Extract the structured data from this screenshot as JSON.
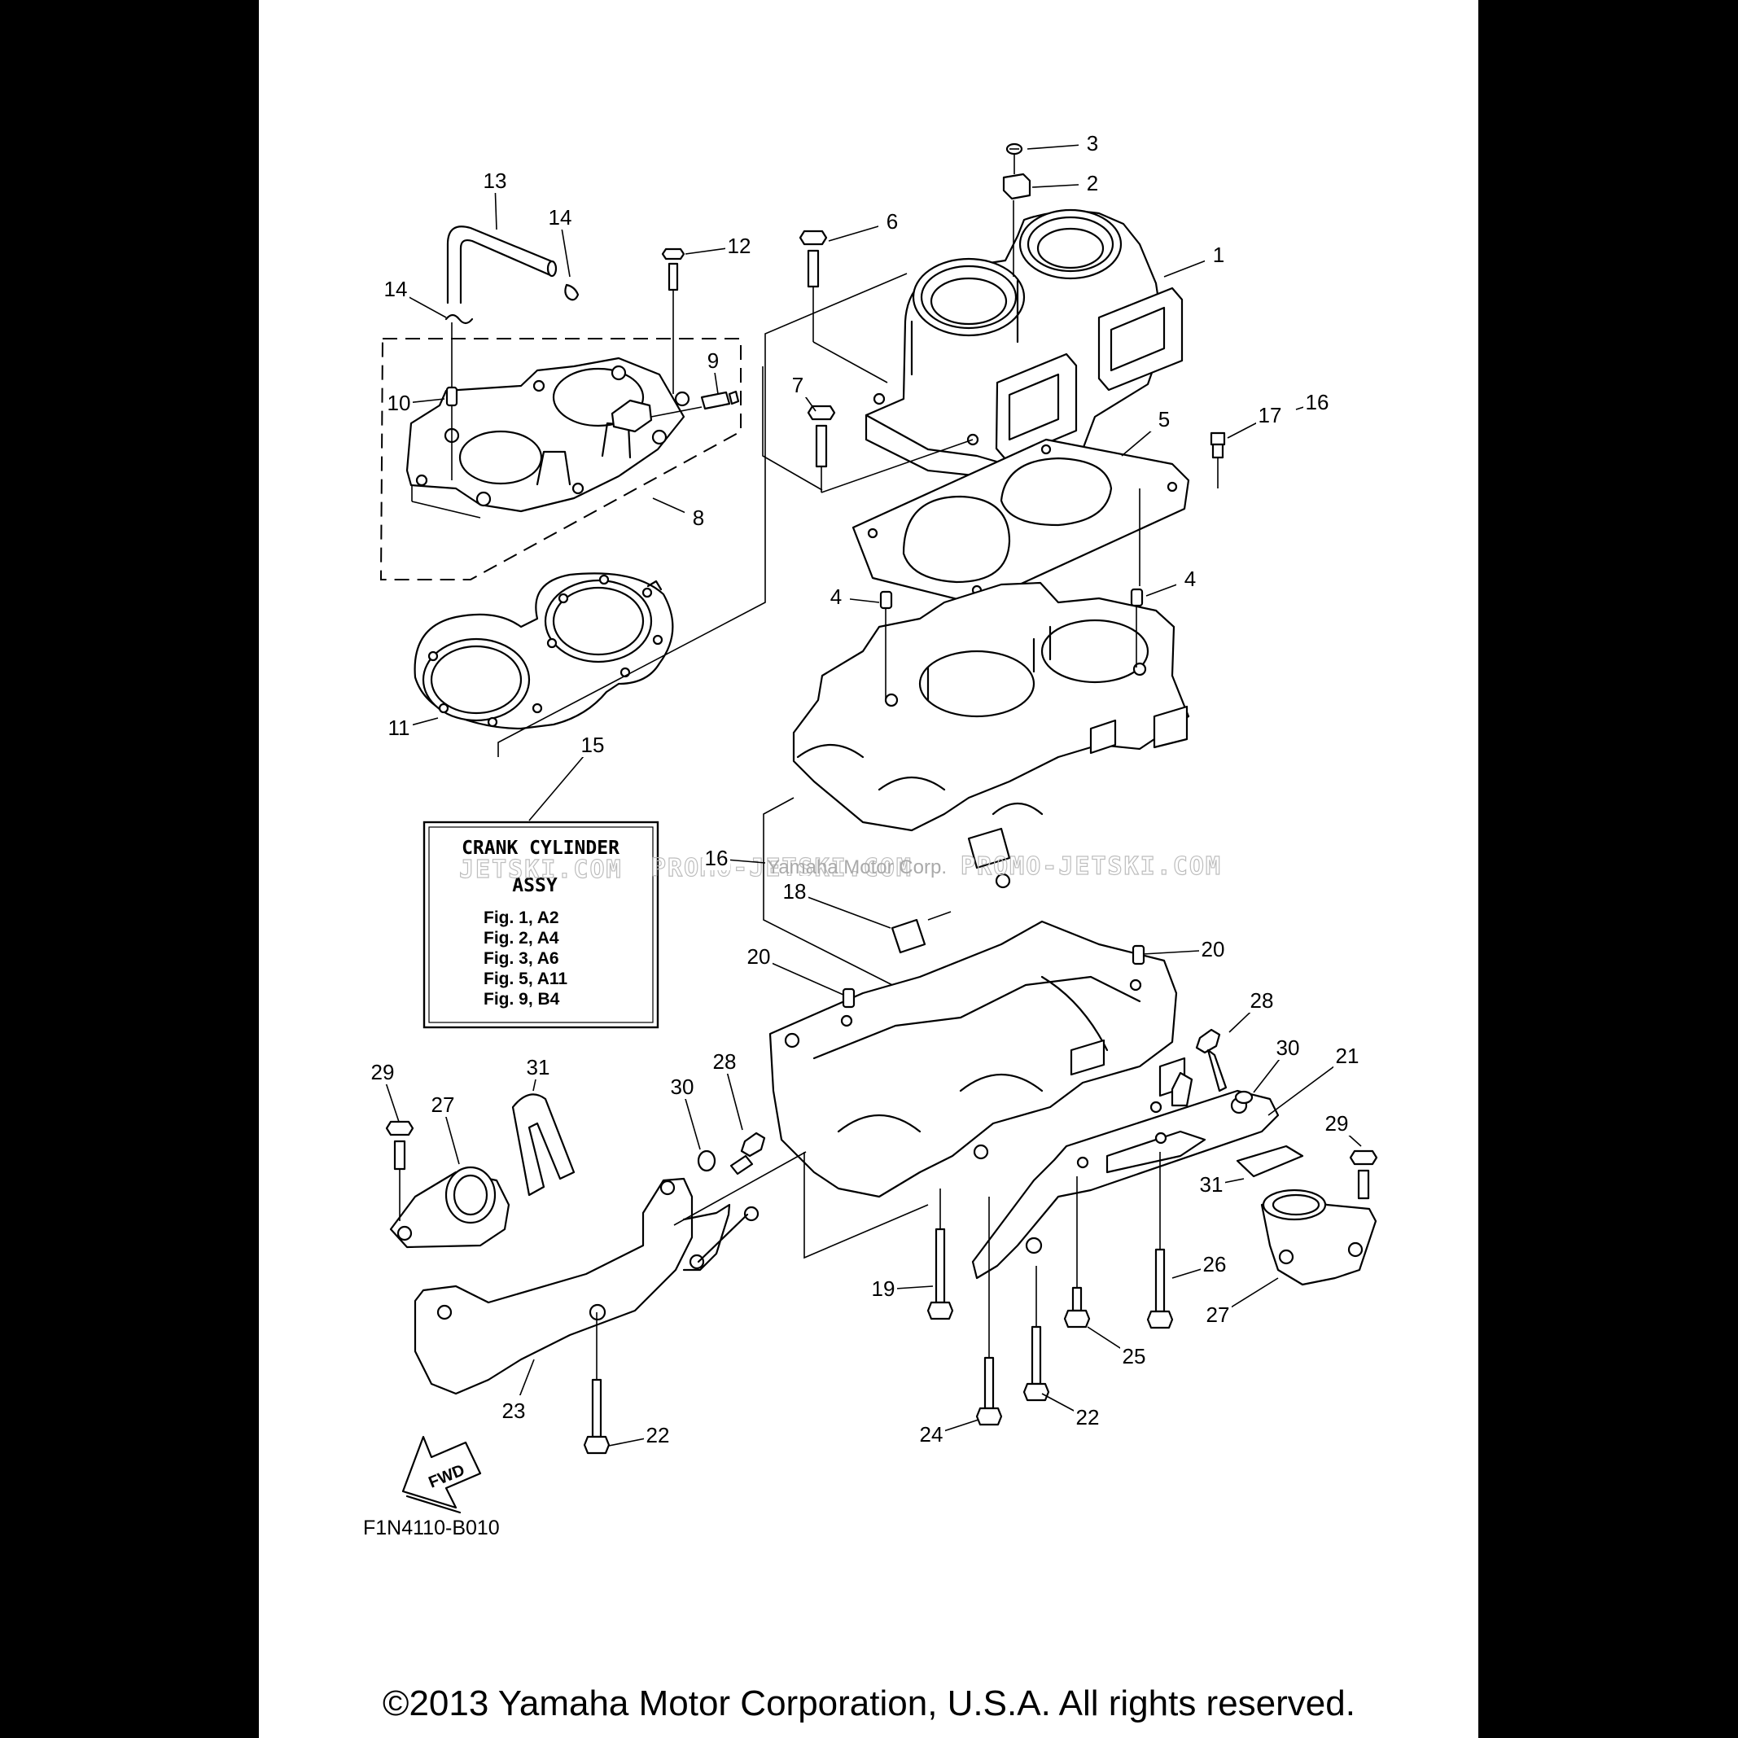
{
  "callouts": [
    {
      "id": "c1",
      "label": "1"
    },
    {
      "id": "c2",
      "label": "2"
    },
    {
      "id": "c3",
      "label": "3"
    },
    {
      "id": "c4a",
      "label": "4"
    },
    {
      "id": "c4b",
      "label": "4"
    },
    {
      "id": "c5",
      "label": "5"
    },
    {
      "id": "c6",
      "label": "6"
    },
    {
      "id": "c7",
      "label": "7"
    },
    {
      "id": "c8",
      "label": "8"
    },
    {
      "id": "c9",
      "label": "9"
    },
    {
      "id": "c10",
      "label": "10"
    },
    {
      "id": "c11",
      "label": "11"
    },
    {
      "id": "c12",
      "label": "12"
    },
    {
      "id": "c13",
      "label": "13"
    },
    {
      "id": "c14a",
      "label": "14"
    },
    {
      "id": "c14b",
      "label": "14"
    },
    {
      "id": "c15",
      "label": "15"
    },
    {
      "id": "c16a",
      "label": "16"
    },
    {
      "id": "c16b",
      "label": "16"
    },
    {
      "id": "c17",
      "label": "17"
    },
    {
      "id": "c18",
      "label": "18"
    },
    {
      "id": "c19",
      "label": "19"
    },
    {
      "id": "c20a",
      "label": "20"
    },
    {
      "id": "c20b",
      "label": "20"
    },
    {
      "id": "c21",
      "label": "21"
    },
    {
      "id": "c22a",
      "label": "22"
    },
    {
      "id": "c22b",
      "label": "22"
    },
    {
      "id": "c23",
      "label": "23"
    },
    {
      "id": "c24",
      "label": "24"
    },
    {
      "id": "c25",
      "label": "25"
    },
    {
      "id": "c26",
      "label": "26"
    },
    {
      "id": "c27a",
      "label": "27"
    },
    {
      "id": "c27b",
      "label": "27"
    },
    {
      "id": "c28a",
      "label": "28"
    },
    {
      "id": "c28b",
      "label": "28"
    },
    {
      "id": "c29a",
      "label": "29"
    },
    {
      "id": "c29b",
      "label": "29"
    },
    {
      "id": "c30a",
      "label": "30"
    },
    {
      "id": "c30b",
      "label": "30"
    },
    {
      "id": "c31a",
      "label": "31"
    },
    {
      "id": "c31b",
      "label": "31"
    }
  ],
  "reference_box": {
    "title_line1": "CRANK CYLINDER",
    "title_line2": "ASSY",
    "figures": [
      "Fig. 1, A2",
      "Fig. 2, A4",
      "Fig. 3, A6",
      "Fig. 5, A11",
      "Fig. 9, B4"
    ]
  },
  "watermark": {
    "left": "JETSKI.COM",
    "middle": "PROMO-JETSKI.COM",
    "right": "PROMO-JETSKI.COM",
    "faint": "Yamaha Motor Corp."
  },
  "fwd_label": "FWD",
  "diagram_code": "F1N4110-B010",
  "copyright": "©2013 Yamaha Motor Corporation, U.S.A. All rights reserved."
}
